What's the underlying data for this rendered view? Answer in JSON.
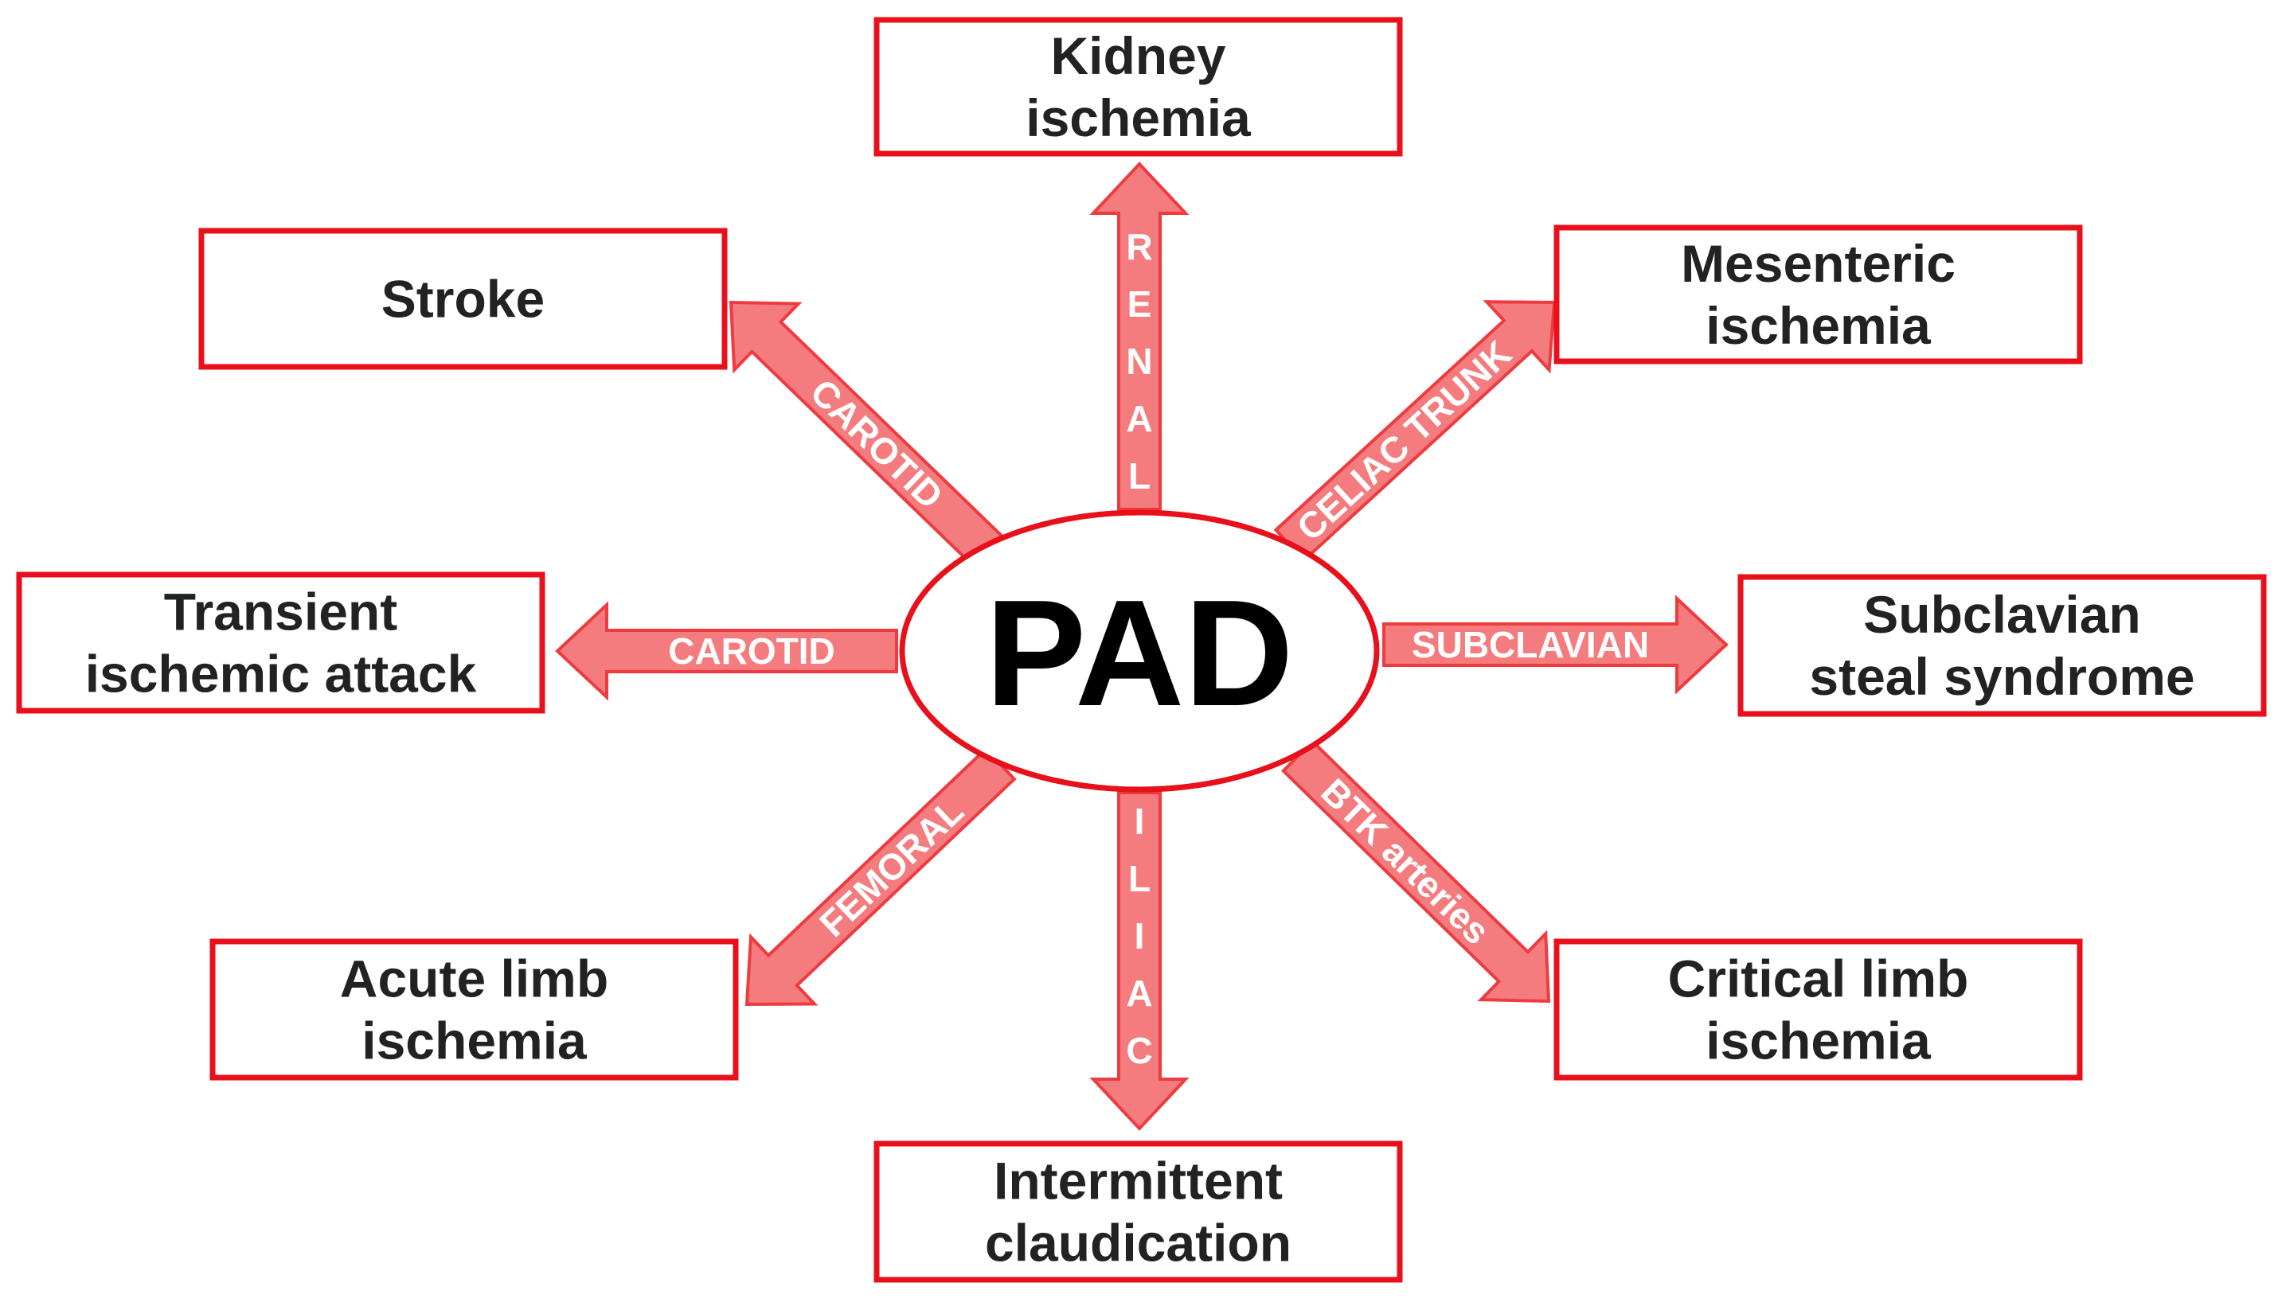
{
  "center": {
    "label": "PAD"
  },
  "colors": {
    "box_border": "#e8101a",
    "arrow_fill": "#f47c7e",
    "arrow_stroke": "#ee3b40",
    "ellipse_border": "#e8101a"
  },
  "outcomes": {
    "kidney": {
      "lines": [
        "Kidney",
        "ischemia"
      ]
    },
    "mesenteric": {
      "lines": [
        "Mesenteric",
        "ischemia"
      ]
    },
    "subclavian_steal": {
      "lines": [
        "Subclavian",
        "steal syndrome"
      ]
    },
    "critical_limb": {
      "lines": [
        "Critical limb",
        "ischemia"
      ]
    },
    "claudication": {
      "lines": [
        "Intermittent",
        "claudication"
      ]
    },
    "acute_limb": {
      "lines": [
        "Acute limb",
        "ischemia"
      ]
    },
    "tia": {
      "lines": [
        "Transient",
        "ischemic attack"
      ]
    },
    "stroke": {
      "lines": [
        "Stroke"
      ]
    }
  },
  "arteries": {
    "renal": "RENAL",
    "celiac": "CELIAC TRUNK",
    "subclavian": "SUBCLAVIAN",
    "btk": "BTK arteries",
    "iliac": "ILIAC",
    "femoral": "FEMORAL",
    "carotid_left": "CAROTID",
    "carotid_upper": "CAROTID"
  }
}
